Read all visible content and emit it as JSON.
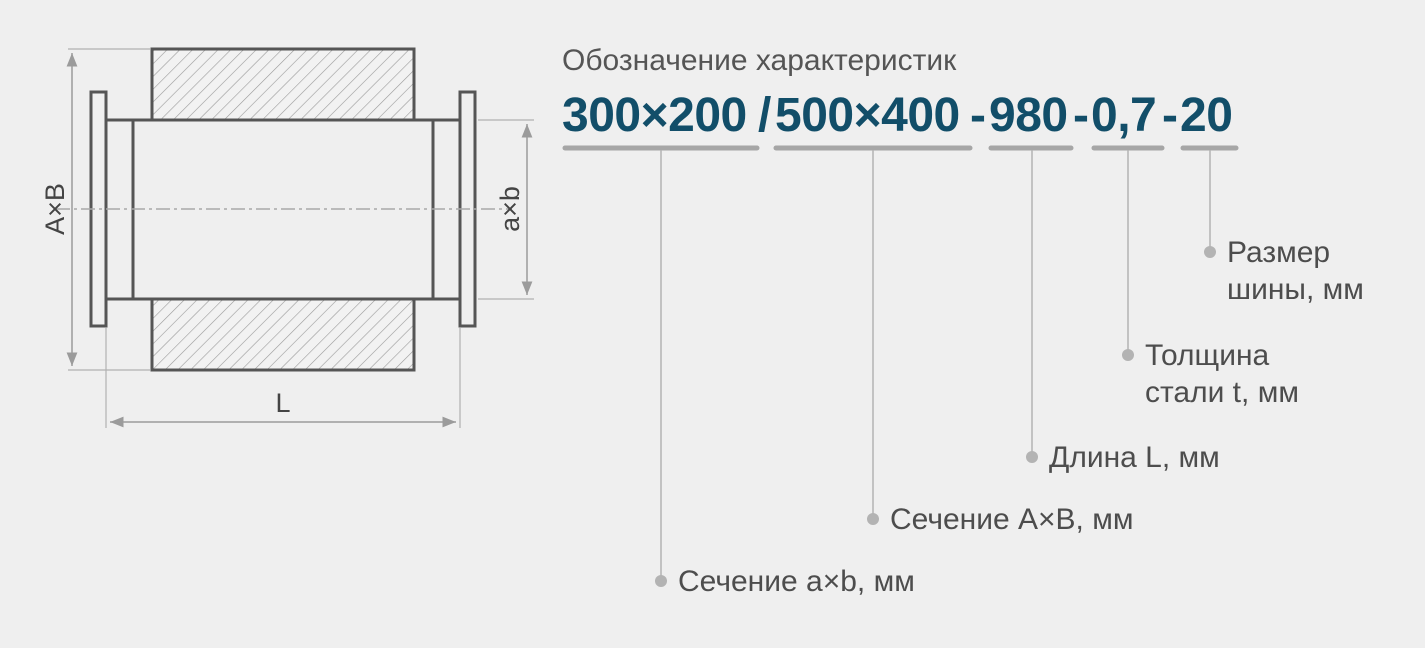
{
  "heading": "Обозначение характеристик",
  "code_parts": [
    "300×200",
    "/",
    "500×400",
    "-",
    "980",
    "-",
    "0,7",
    "-",
    "20"
  ],
  "drawing": {
    "dim_outer_section": "A×B",
    "dim_inner_section": "a×b",
    "dim_length": "L"
  },
  "callouts": [
    {
      "line1": "Сечение a×b, мм",
      "line2": ""
    },
    {
      "line1": "Сечение A×B, мм",
      "line2": ""
    },
    {
      "line1": "Длина L, мм",
      "line2": ""
    },
    {
      "line1": "Толщина",
      "line2": "стали t, мм"
    },
    {
      "line1": "Размер",
      "line2": "шины, мм"
    }
  ],
  "colors": {
    "background": "#efefef",
    "code_text": "#124e69",
    "underline": "#a6a6a6",
    "leader": "#b3b3b3",
    "drawing_stroke": "#555555",
    "hatch": "#9a9a9a"
  }
}
